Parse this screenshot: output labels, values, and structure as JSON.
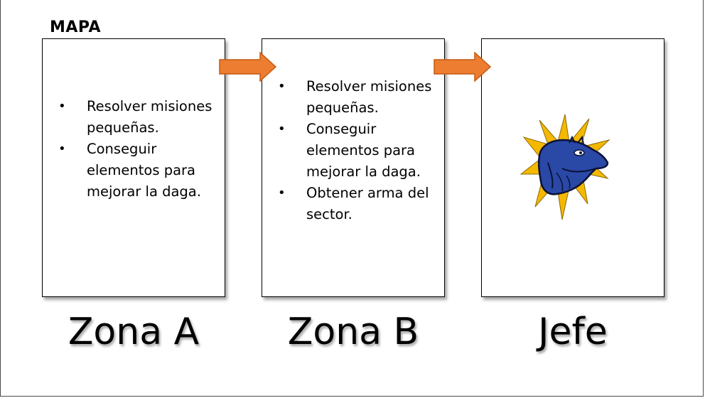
{
  "slide": {
    "title": "MAPA"
  },
  "zones": [
    {
      "label": "Zona A",
      "bullets": [
        "Resolver misiones pequeñas.",
        "Conseguir elementos para mejorar la daga."
      ]
    },
    {
      "label": "Zona B",
      "bullets": [
        "Resolver misiones pequeñas.",
        "Conseguir elementos para mejorar la daga.",
        "Obtener arma del sector."
      ]
    },
    {
      "label": "Jefe",
      "icon": "boss-creature-icon"
    }
  ],
  "colors": {
    "arrow": "#ED7D31",
    "arrow_border": "#C55A11",
    "burst": "#F5B800",
    "creature": "#2A48A6"
  }
}
